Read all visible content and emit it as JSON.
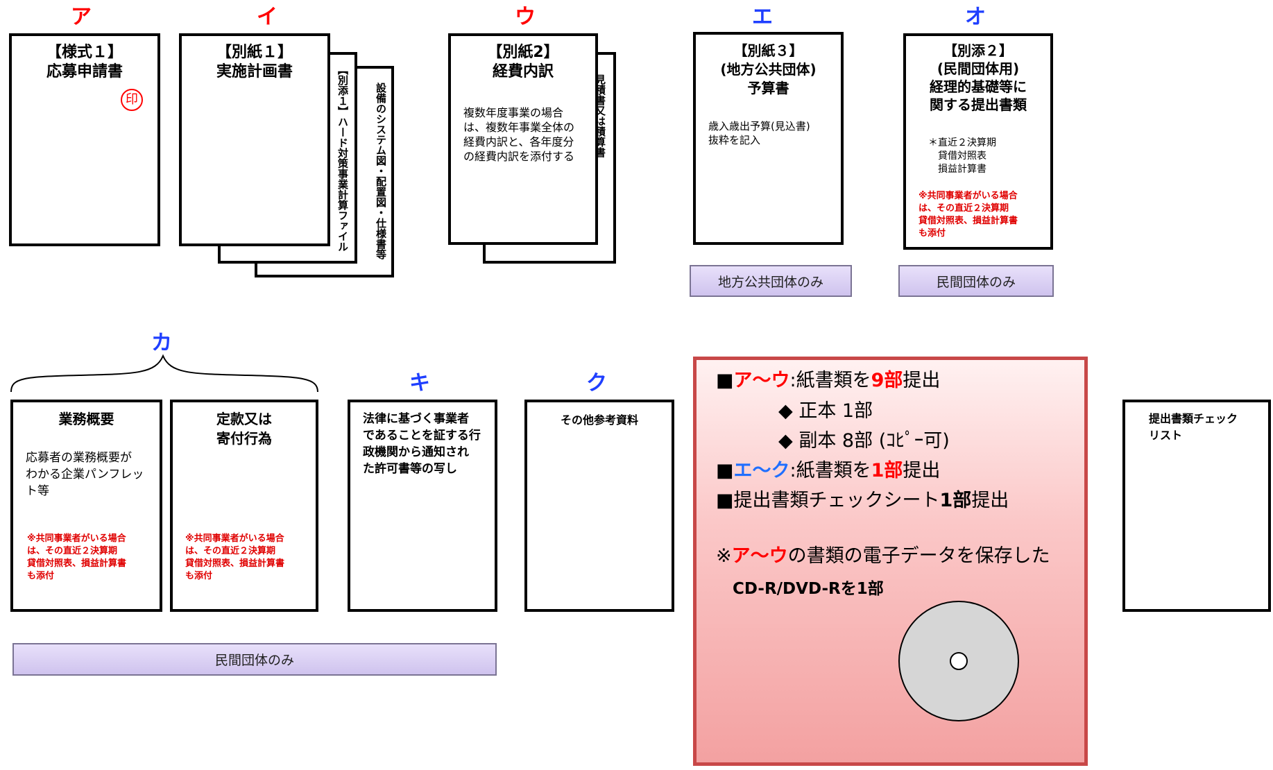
{
  "letters": {
    "a": "ア",
    "i": "イ",
    "u": "ウ",
    "e": "エ",
    "o": "オ",
    "ka": "カ",
    "ki": "キ",
    "ku": "ク"
  },
  "docs": {
    "youshiki1": {
      "title": "【様式１】\n応募申請書",
      "seal": "印"
    },
    "bessi1": {
      "title": "【別紙１】\n実施計画書",
      "attachment": "【別添１】ハード対策事業計算ファイル",
      "attachment2": "設備のシステム図・配置図・仕様書等"
    },
    "bessi2": {
      "title": "【別紙2】\n経費内訳",
      "body": "複数年度事業の場合\nは、複数年事業全体の\n経費内訳と、各年度分\nの経費内訳を添付する",
      "attachment": "見積書又は積算書"
    },
    "bessi3": {
      "title": "【別紙３】\n(地方公共団体)\n予算書",
      "body": "歳入歳出予算(見込書)\n抜粋を記入"
    },
    "betten2": {
      "title": "【別添２】\n(民間団体用)\n経理的基礎等に\n関する提出書類",
      "body": "＊直近２決算期\n　貸借対照表\n　損益計算書",
      "note": "※共同事業者がいる場合\nは、その直近２決算期\n貸借対照表、損益計算書\nも添付"
    },
    "gyomu": {
      "title": "業務概要",
      "body": "応募者の業務概要が\nわかる企業パンフレッ\nト等",
      "note": "※共同事業者がいる場合\nは、その直近２決算期\n貸借対照表、損益計算書\nも添付"
    },
    "teikan": {
      "title": "定款又は\n寄付行為",
      "note": "※共同事業者がいる場合\nは、その直近２決算期\n貸借対照表、損益計算書\nも添付"
    },
    "kyoka": {
      "title": "法律に基づく事業者\nであることを証する行\n政機関から通知され\nた許可書等の写し"
    },
    "sonota": {
      "title": "その他参考資料"
    },
    "checklist": {
      "title": "提出書類チェック\nリスト"
    }
  },
  "bands": {
    "local_only": "地方公共団体のみ",
    "private_only_e": "民間団体のみ",
    "private_only_ka": "民間団体のみ"
  },
  "panel": {
    "line1": {
      "prefix": "■",
      "range": "ア～ウ",
      "mid": ":紙書類を",
      "count": "9部",
      "suffix": "提出"
    },
    "line2": "◆ 正本 1部",
    "line3": "◆ 副本 8部 (ｺﾋﾟｰ可)",
    "line4": {
      "prefix": "■",
      "range": "エ～ク",
      "mid": ":紙書類を",
      "count": "1部",
      "suffix": "提出"
    },
    "line5": {
      "prefix": "■提出書類チェックシート",
      "count": "1部",
      "suffix": "提出"
    },
    "line6": {
      "prefix": "※",
      "range": "ア～ウ",
      "suffix": "の書類の電子データを保存した"
    },
    "line7": "CD-R/DVD-Rを1部"
  },
  "colors": {
    "red": "#ff0000",
    "blue": "#1f3fff",
    "panel_border": "#c84848",
    "band": "#cfc3ee"
  }
}
